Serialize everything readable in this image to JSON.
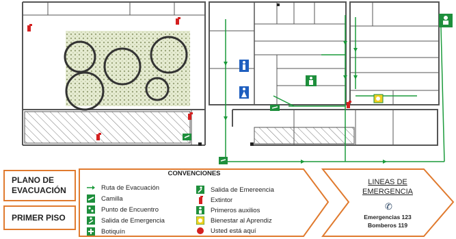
{
  "title_box": {
    "line1": "PLANO DE",
    "line2": "EVACUACIÓN"
  },
  "floor_box": {
    "label": "PRIMER PISO"
  },
  "conventions": {
    "title": "CONVENCIONES",
    "items": [
      {
        "label": "Ruta de Evacuación",
        "icon": "green-arrow-icon"
      },
      {
        "label": "Camilla",
        "icon": "stretcher-icon"
      },
      {
        "label": "Punto de Encuentro",
        "icon": "meeting-point-icon"
      },
      {
        "label": "Salida de Emergencia",
        "icon": "emergency-exit-icon"
      },
      {
        "label": "Botiquín",
        "icon": "first-aid-kit-icon"
      },
      {
        "label": "Salida de Emereencia",
        "icon": "emergency-exit-running-icon"
      },
      {
        "label": "Extintor",
        "icon": "extinguisher-icon"
      },
      {
        "label": "Primeros auxilios",
        "icon": "first-aid-person-icon"
      },
      {
        "label": "Bienestar al Aprendiz",
        "icon": "wellbeing-icon"
      },
      {
        "label": "Usted está aquí",
        "icon": "you-are-here-icon"
      }
    ]
  },
  "emergency": {
    "title_line1": "LINEAS DE",
    "title_line2": "EMERGENCIA",
    "icon": "phone-icon",
    "line1": "Emergencias 123",
    "line2": "Bomberos 119"
  },
  "colors": {
    "accent": "#e07a2e",
    "route": "#1a9a3a",
    "exit_green": "#1e8f3c",
    "wall": "#555555",
    "restroom_blue": "#1f5fbf",
    "extinguisher_red": "#d42020",
    "garden": "#e6ecd2"
  }
}
